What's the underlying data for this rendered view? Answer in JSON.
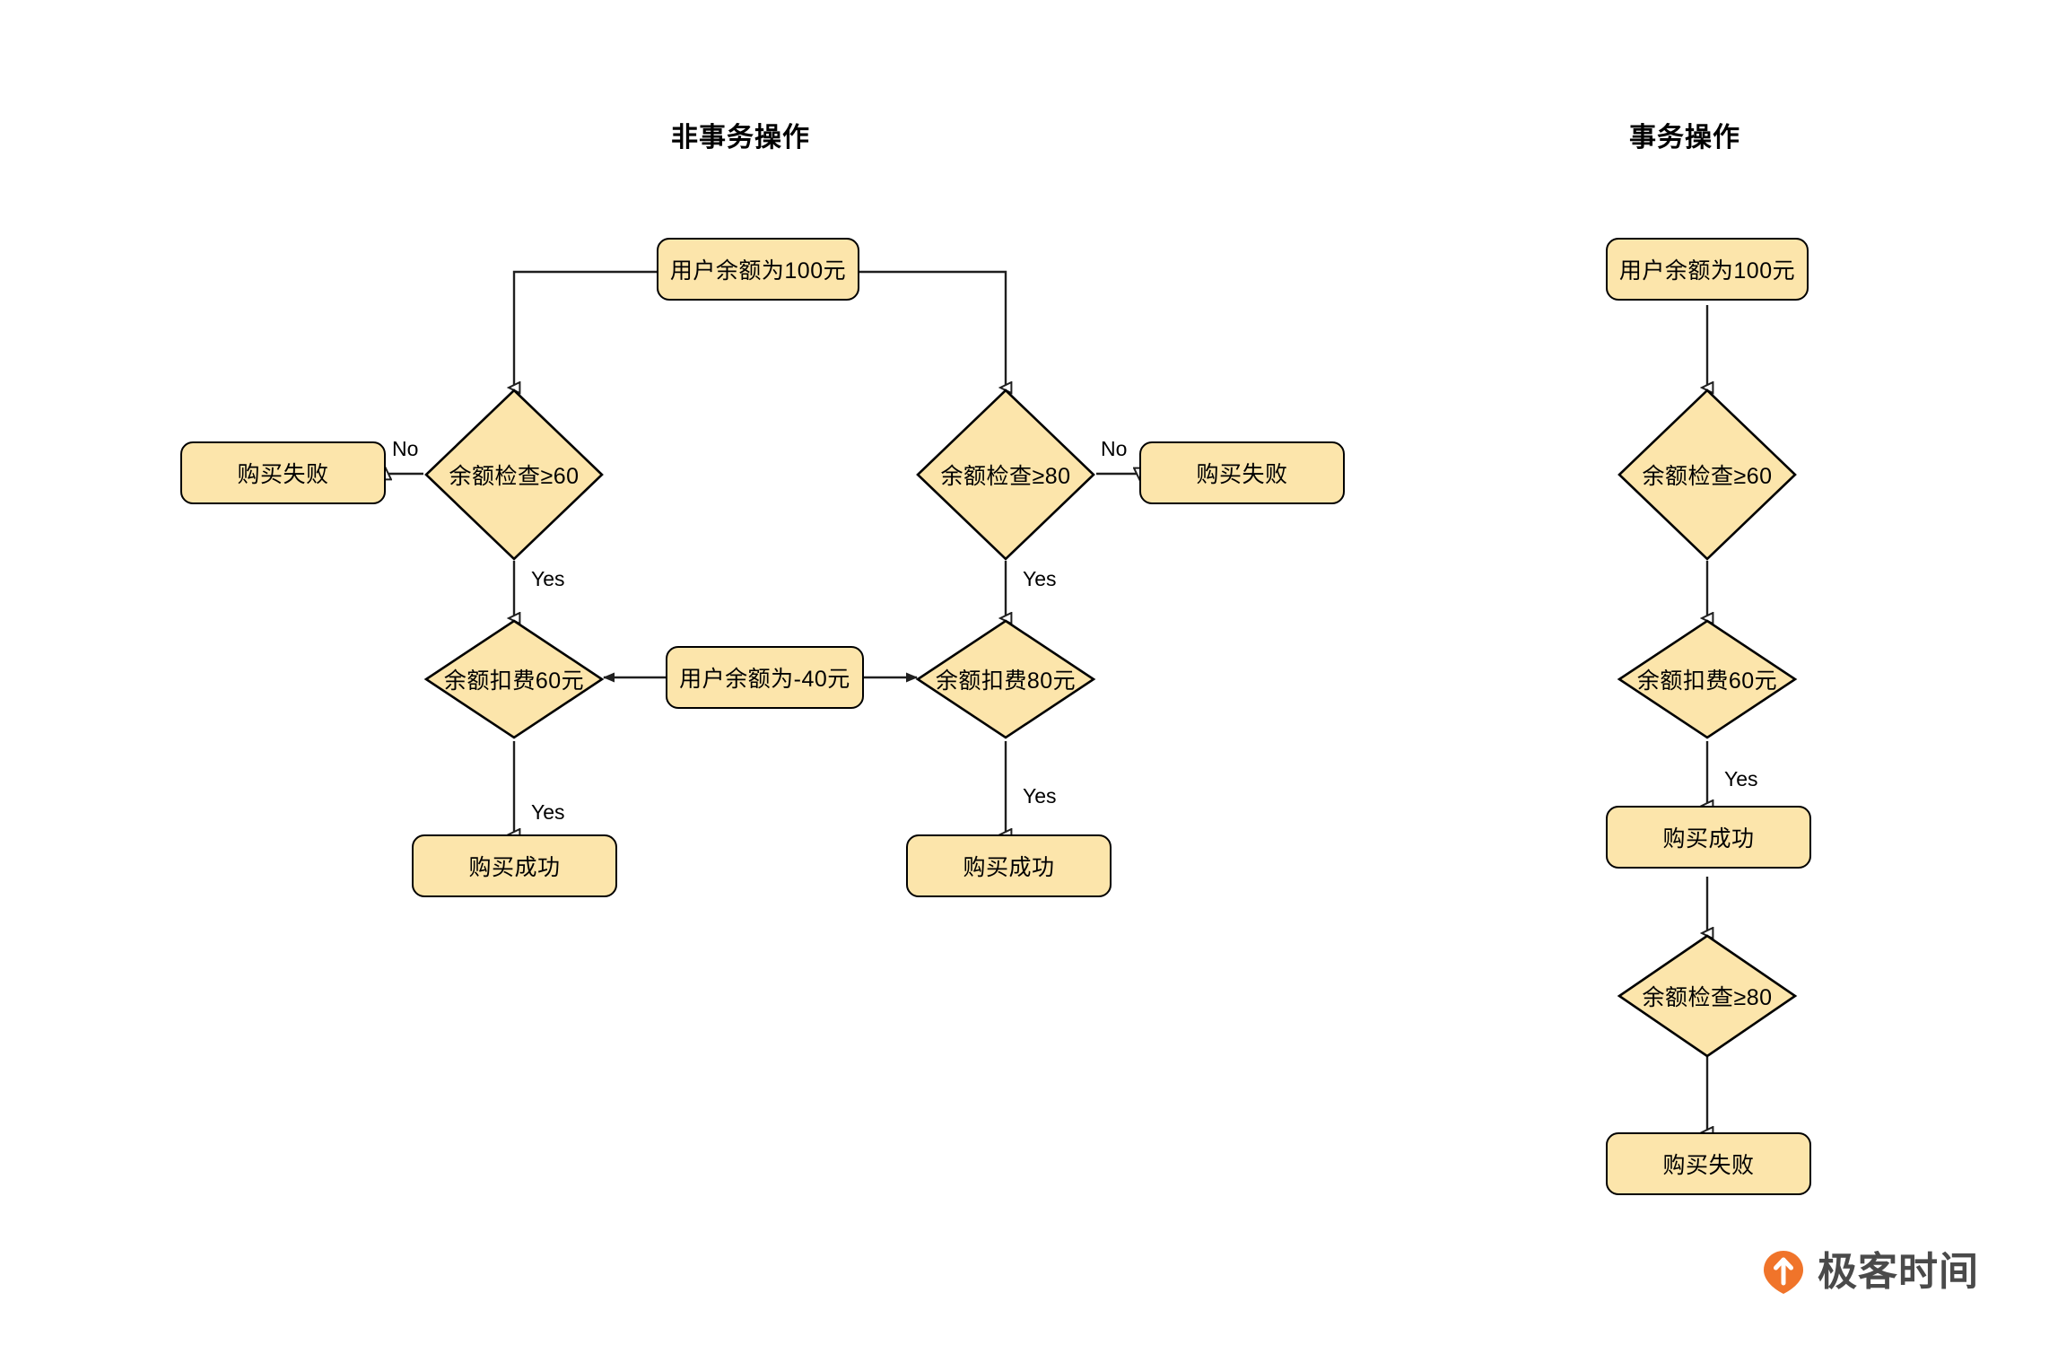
{
  "columns": {
    "left": {
      "title": "非事务操作"
    },
    "right": {
      "title": "事务操作"
    }
  },
  "labels": {
    "yes": "Yes",
    "no": "No"
  },
  "nontransactional": {
    "start": "用户余额为100元",
    "left_branch": {
      "check": "余额检查≥60",
      "fail": "购买失败",
      "deduct": "余额扣费60元",
      "success": "购买成功"
    },
    "right_branch": {
      "check": "余额检查≥80",
      "fail": "购买失败",
      "deduct": "余额扣费80元",
      "success": "购买成功"
    },
    "middle_state": "用户余额为-40元"
  },
  "transactional": {
    "start": "用户余额为100元",
    "check1": "余额检查≥60",
    "deduct": "余额扣费60元",
    "success": "购买成功",
    "check2": "余额检查≥80",
    "fail": "购买失败"
  },
  "branding": {
    "name": "极客时间",
    "mark_color": "#f0742a",
    "wordmark_color": "#4a4a4a"
  },
  "style": {
    "node_fill": "#fce5ab",
    "node_stroke": "#000000",
    "edge_stroke": "#1f1f1f",
    "background": "#ffffff"
  }
}
